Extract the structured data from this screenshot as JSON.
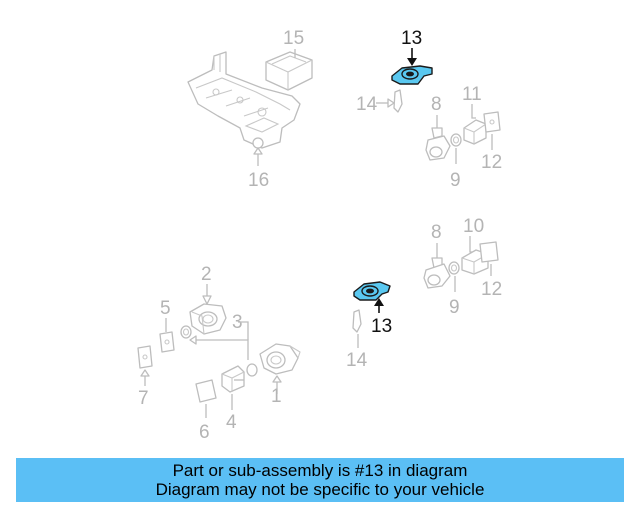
{
  "diagram": {
    "callouts": {
      "c15": "15",
      "c13_top": "13",
      "c14_top": "14",
      "c8_top": "8",
      "c11": "11",
      "c12_top": "12",
      "c9_top": "9",
      "c16": "16",
      "c10": "10",
      "c8_bottom": "8",
      "c12_bottom": "12",
      "c9_bottom": "9",
      "c2": "2",
      "c5": "5",
      "c3": "3",
      "c13_bottom": "13",
      "c14_bottom": "14",
      "c7": "7",
      "c1": "1",
      "c4": "4",
      "c6": "6"
    },
    "highlight_color": "#5ac8f0"
  },
  "banner": {
    "line1": "Part or sub-assembly is #13 in diagram",
    "line2": "Diagram may not be specific to your vehicle",
    "background": "#5bbff5"
  }
}
